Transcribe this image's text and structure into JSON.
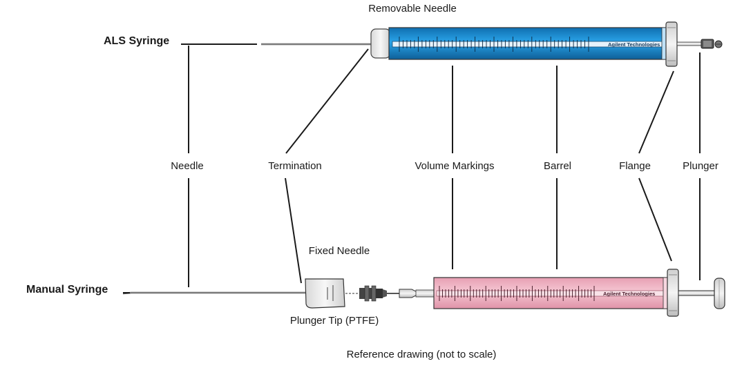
{
  "labels": {
    "als_syringe": "ALS Syringe",
    "manual_syringe": "Manual Syringe",
    "removable_needle": "Removable Needle",
    "fixed_needle": "Fixed Needle",
    "needle": "Needle",
    "termination": "Termination",
    "volume_markings": "Volume Markings",
    "barrel": "Barrel",
    "flange": "Flange",
    "plunger": "Plunger",
    "plunger_tip": "Plunger Tip (PTFE)",
    "caption": "Reference drawing (not to scale)"
  },
  "brand_text": "Agilent Technologies",
  "colors": {
    "als_barrel": "#1a8fd6",
    "manual_barrel": "#f2b8c6",
    "line": "#1a1a1a"
  }
}
